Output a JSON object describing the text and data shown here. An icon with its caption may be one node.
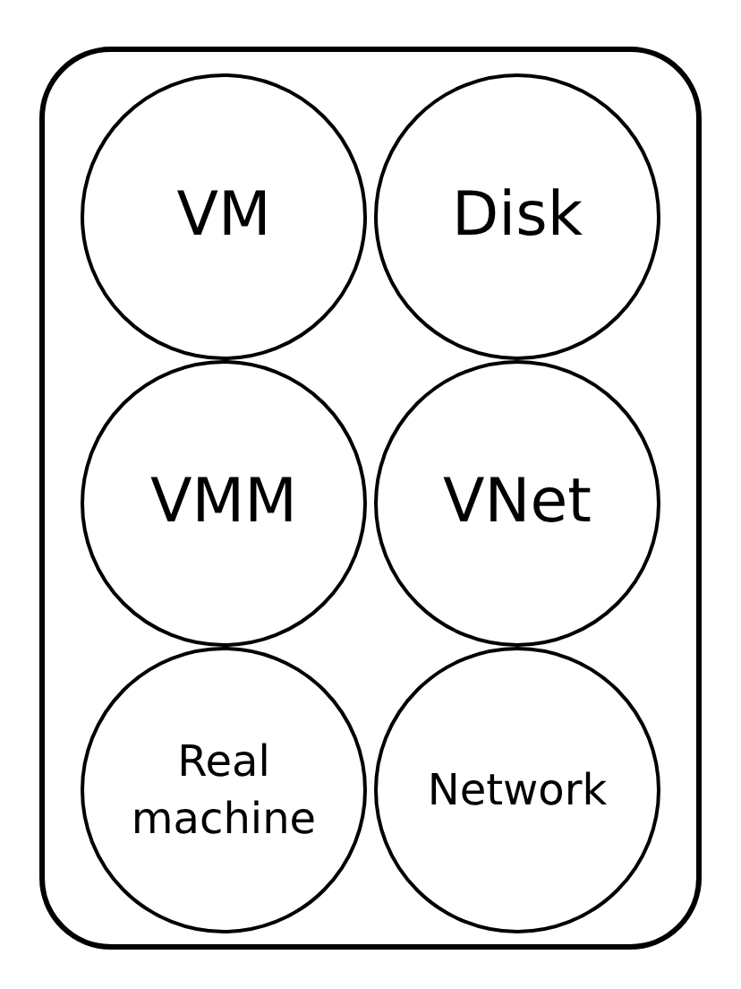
{
  "diagram": {
    "nodes": [
      {
        "text": [],
        "shape": "box"
      },
      {
        "text": [
          "VM"
        ],
        "in": 0
      },
      {
        "text": [
          "Disk"
        ],
        "in": 0
      },
      {
        "text": [
          "VMM"
        ],
        "in": 0
      },
      {
        "text": [
          "VNet"
        ],
        "in": 0
      },
      {
        "text": [
          "Real machine"
        ],
        "in": 0
      },
      {
        "text": [
          "Network"
        ],
        "in": 0
      }
    ]
  }
}
